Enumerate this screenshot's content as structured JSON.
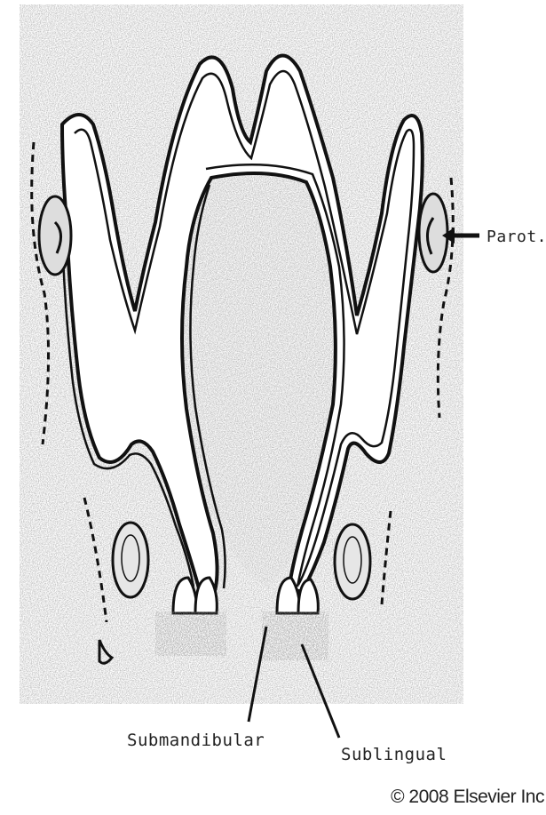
{
  "labels": {
    "parotid": "Parot.",
    "submandibular": "Submandibular",
    "sublingual": "Sublingual"
  },
  "copyright": "© 2008 Elsevier Inc",
  "colors": {
    "stipple": "#bdbdbd",
    "outline": "#111111",
    "background": "#ffffff"
  }
}
